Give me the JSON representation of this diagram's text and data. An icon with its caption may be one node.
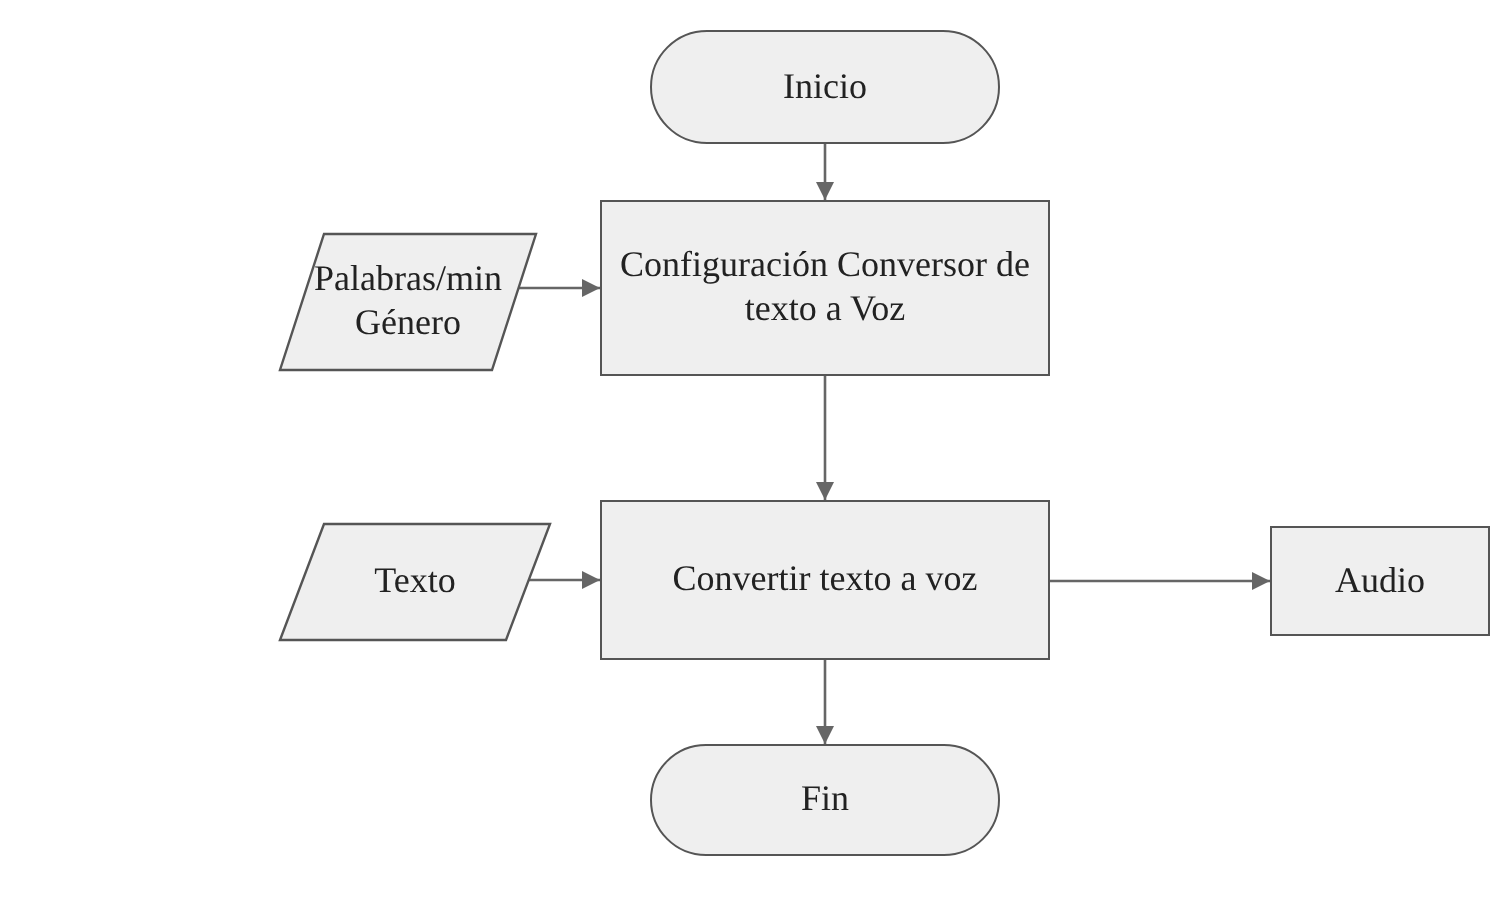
{
  "diagram": {
    "nodes": [
      {
        "text": [
          "Inicio"
        ]
      },
      {
        "text": [
          "Palabras/min Género"
        ]
      },
      {
        "text": [
          "Configuración Conversor de texto a Voz"
        ]
      },
      {
        "text": [
          "Texto"
        ]
      },
      {
        "text": [
          "Convertir texto a voz"
        ]
      },
      {
        "text": [
          "Audio"
        ]
      },
      {
        "text": [
          "Fin"
        ]
      }
    ],
    "edges": [
      {
        "from": 0,
        "to": 2,
        "arrow": "to"
      },
      {
        "from": 1,
        "to": 2,
        "arrow": "to"
      },
      {
        "from": 2,
        "to": 4,
        "arrow": "to"
      },
      {
        "from": 3,
        "to": 4,
        "arrow": "to"
      },
      {
        "from": 4,
        "to": 5,
        "arrow": "to"
      },
      {
        "from": 4,
        "to": 6,
        "arrow": "to"
      }
    ]
  }
}
